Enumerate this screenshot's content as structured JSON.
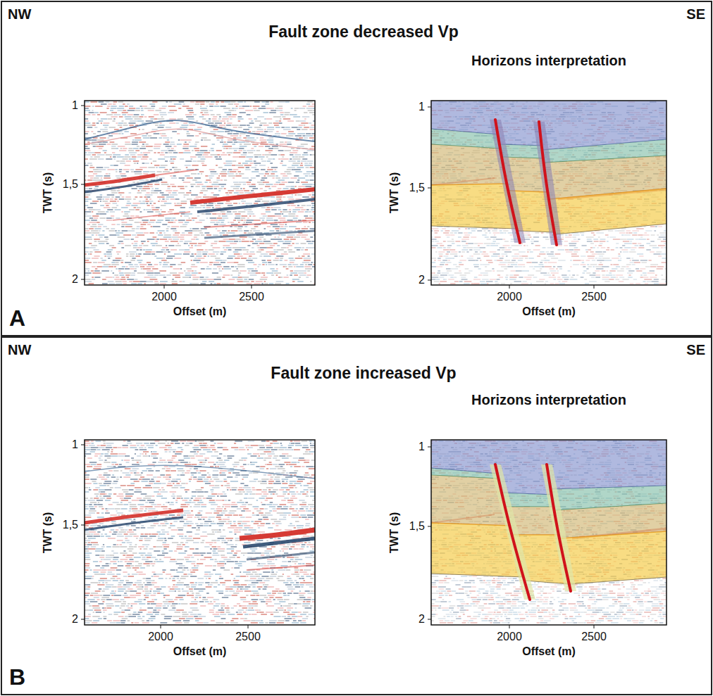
{
  "diagram": {
    "nodes": [
      {
        "text": [
          "NW",
          "Fault zone decreased Vp",
          "SE",
          "A"
        ]
      },
      {
        "text": [
          "Horizons interpretation"
        ],
        "in": 0
      },
      {
        "text": [
          "NW",
          "Fault zone increased Vp",
          "SE",
          "B"
        ]
      },
      {
        "text": [
          "Horizons interpretation"
        ],
        "in": 2
      }
    ],
    "labels": [
      "1",
      "1,5",
      "2",
      "2000",
      "2500",
      "Offset (m)",
      "TWT (s)",
      "1",
      "1,5",
      "2",
      "2000",
      "2500",
      "Offset (m)",
      "TWT (s)",
      "1",
      "1,5",
      "2",
      "2000",
      "2500",
      "Offset (m)",
      "TWT (s)",
      "1",
      "1,5",
      "2",
      "2000",
      "2500",
      "Offset (m)",
      "TWT (s)"
    ]
  }
}
